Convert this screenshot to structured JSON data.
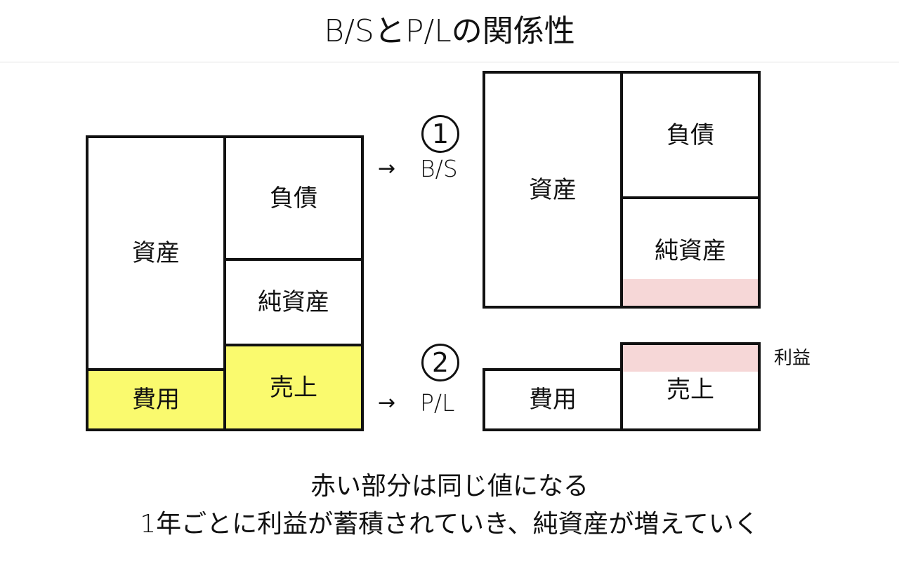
{
  "title": "B/SとP/Lの関係性",
  "colors": {
    "highlight_yellow": "#fafa6e",
    "profit_red": "#f6d7d7",
    "border": "#111111"
  },
  "left_diagram": {
    "assets": "資産",
    "liabilities": "負債",
    "net_assets": "純資産",
    "expenses": "費用",
    "sales": "売上"
  },
  "bs_section": {
    "marker": "1",
    "arrow": "→",
    "label": "B/S",
    "assets": "資産",
    "liabilities": "負債",
    "net_assets": "純資産"
  },
  "pl_section": {
    "marker": "2",
    "arrow": "→",
    "label": "P/L",
    "expenses": "費用",
    "sales": "売上",
    "profit_label": "利益"
  },
  "captions": {
    "line1": "赤い部分は同じ値になる",
    "line2": "1年ごとに利益が蓄積されていき、純資産が増えていく"
  }
}
